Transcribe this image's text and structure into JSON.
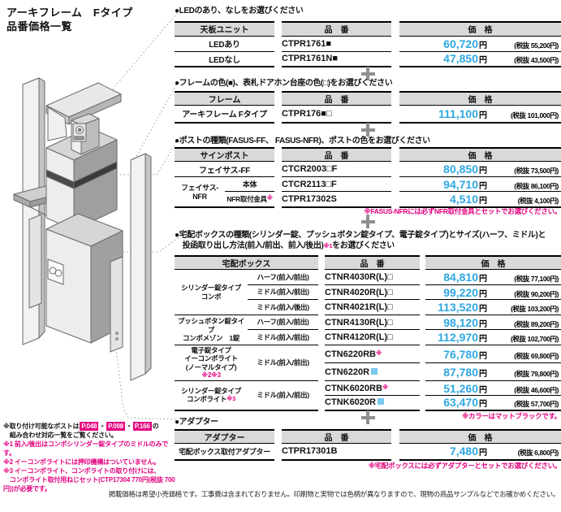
{
  "page": {
    "title_line1": "アーキフレーム　Fタイプ",
    "title_line2": "品番価格一覧",
    "footer": "掲載価格は希望小売価格です。工事費は含まれておりません。印刷物と実物では色柄が異なりますので、現物の商品サンプルなどでお確かめください。"
  },
  "colors": {
    "price_blue": "#2ea7e0",
    "accent_pink": "#e4007f",
    "header_gray": "#d9d9d9",
    "placeholder_blue": "#79c9ef"
  },
  "sections": {
    "led": {
      "title": "●LEDのあり、なしをお選びください",
      "headers": {
        "item": "天板ユニット",
        "code": "品　番",
        "price": "価　格"
      },
      "rows": [
        {
          "label": "LEDあり",
          "code": "CTPR1761■",
          "price": "60,720",
          "yen": "円",
          "tax": "(税抜 55,200円)"
        },
        {
          "label": "LEDなし",
          "code": "CTPR1761N■",
          "price": "47,850",
          "yen": "円",
          "tax": "(税抜 43,500円)"
        }
      ]
    },
    "frame": {
      "title": "●フレームの色(■)、表札ドアホン台座の色(□)をお選びください",
      "headers": {
        "item": "フレーム",
        "code": "品　番",
        "price": "価　格"
      },
      "rows": [
        {
          "label": "アーキフレーム Fタイプ",
          "code": "CTPR176■□",
          "price": "111,100",
          "yen": "円",
          "tax": "(税抜 101,000円)"
        }
      ]
    },
    "post": {
      "title": "●ポストの種類(FASUS-FF、 FASUS-NFR)、ポストの色をお選びください",
      "headers": {
        "item": "サインポスト",
        "code": "品　番",
        "price": "価　格"
      },
      "rows": [
        {
          "label": "フェイサス-FF",
          "code": "CTCR2003□F",
          "price": "80,850",
          "yen": "円",
          "tax": "(税抜 73,500円)"
        },
        {
          "group": "フェイサス-NFR",
          "sub": "本体",
          "code": "CTCR2113□F",
          "price": "94,710",
          "yen": "円",
          "tax": "(税抜 86,100円)"
        },
        {
          "sub": "NFR取付金具",
          "sub_mark": "※",
          "code": "CTPR17302S",
          "price": "4,510",
          "yen": "円",
          "tax": "(税抜 4,100円)"
        }
      ],
      "note": "※FASUS-NFRには必ずNFR取付金具とセットでお選びください。"
    },
    "delivery": {
      "title_line1": "●宅配ボックスの種類(シリンダー錠、プッシュボタン錠タイプ、電子錠タイプ)とサイズ(ハーフ、ミドル)と",
      "title_line2_pre": "　投函取り出し方法(前入/前出、前入/後出)",
      "title_line2_mark": "※1",
      "title_line2_post": "をお選びください",
      "headers": {
        "item": "宅配ボックス",
        "code": "品　番",
        "price": "価　格"
      },
      "rows": [
        {
          "group1": "シリンダー錠タイプ",
          "group2": "コンボ",
          "size": "ハーフ(前入/前出)",
          "code": "CTNR4030R(L)□",
          "price": "84,810",
          "yen": "円",
          "tax": "(税抜 77,100円)"
        },
        {
          "size": "ミドル(前入/前出)",
          "code": "CTNR4020R(L)□",
          "price": "99,220",
          "yen": "円",
          "tax": "(税抜 90,200円)"
        },
        {
          "size": "ミドル(前入/後出)",
          "code": "CTNR4021R(L)□",
          "price": "113,520",
          "yen": "円",
          "tax": "(税抜 103,200円)"
        },
        {
          "group1": "プッシュボタン錠タイプ",
          "group2": "コンボメゾン　1錠",
          "size": "ハーフ(前入/前出)",
          "code": "CTNR4130R(L)□",
          "price": "98,120",
          "yen": "円",
          "tax": "(税抜 89,200円)"
        },
        {
          "size": "ミドル(前入/前出)",
          "code": "CTNR4120R(L)□",
          "price": "112,970",
          "yen": "円",
          "tax": "(税抜 102,700円)"
        },
        {
          "group1": "電子錠タイプ",
          "group2": "イーコンボライト",
          "group3": "(ノーマルタイプ)",
          "group_mark": "※2※3",
          "size": "ミドル(前入/前出)",
          "code": "CTN6220RB",
          "code_mark": "※",
          "price": "76,780",
          "yen": "円",
          "tax": "(税抜 69,800円)"
        },
        {
          "code": "CTN6220R",
          "price": "87,780",
          "yen": "円",
          "tax": "(税抜 79,800円)"
        },
        {
          "group1": "シリンダー錠タイプ",
          "group2": "コンボライト",
          "group_mark": "※3",
          "size": "ミドル(前入/前出)",
          "code": "CTNK6020RB",
          "code_mark": "※",
          "price": "51,260",
          "yen": "円",
          "tax": "(税抜 46,600円)"
        },
        {
          "code": "CTNK6020R",
          "price": "63,470",
          "yen": "円",
          "tax": "(税抜 57,700円)"
        }
      ],
      "note": "※カラーはマットブラックです。"
    },
    "adapter": {
      "title": "●アダプター",
      "headers": {
        "item": "アダプター",
        "code": "品　番",
        "price": "価　格"
      },
      "rows": [
        {
          "label": "宅配ボックス取付アダプター",
          "code": "CTPR17301B",
          "price": "7,480",
          "yen": "円",
          "tax": "(税抜 6,800円)"
        }
      ],
      "note": "※宅配ボックスには必ずアダプターとセットでお選びください。"
    }
  },
  "left_notes": {
    "line1_pre": "※取り付け可能なポストは",
    "badges": [
      "P.048",
      "P.098",
      "P.166"
    ],
    "badge_sep": "・",
    "line1_post": "の",
    "line2": "　組み合わせ対応一覧をご覧ください。",
    "note1": "※1 前入/後出はコンボシリンダー錠タイプのミドルのみです。",
    "note2": "※2 イーコンボライトには押印機構はついていません。",
    "note3_line1": "※3 イーコンボライト、コンボライトの取り付けには、",
    "note3_line2": "　コンボライト取付用ねじセット(CTP17304 770円(税抜 700円))が必要です。"
  }
}
